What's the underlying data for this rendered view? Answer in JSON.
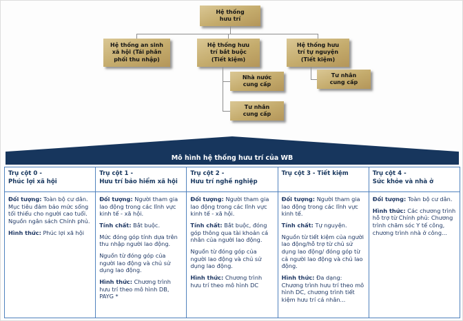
{
  "org_chart": {
    "root": "Hệ thống\nhưu trí",
    "social_security": "Hệ thống an sinh\nxã hội (Tái phân\nphối thu nhập)",
    "mandatory": "Hệ thống hưu\ntrí bắt buộc\n(Tiết kiệm)",
    "voluntary": "Hệ thống hưu\ntrí tự nguyện\n(Tiết kiệm)",
    "state_provider": "Nhà nước\ncung cấp",
    "private_provider_mid": "Tư nhân\ncung cấp",
    "private_provider_right": "Tư nhân\ncung cấp"
  },
  "banner": {
    "title": "Mô hình hệ thống hưu trí của WB"
  },
  "colors": {
    "node_fill": "#c4ab6c",
    "banner": "#17365d",
    "table_border": "#4f81bd"
  },
  "table": {
    "columns": [
      {
        "header": "Trụ cột 0 -\nPhúc lợi xã hội",
        "items": [
          {
            "label": "Đối tượng:",
            "text": "Toàn bộ cư dân. Mục tiêu đảm bảo mức sống tối thiểu cho người cao tuổi. Nguồn ngân sách Chính phủ."
          },
          {
            "label": "Hình thức:",
            "text": "Phúc lợi xã hội"
          }
        ]
      },
      {
        "header": "Trụ cột 1 -\nHưu trí bảo hiểm xã hội",
        "items": [
          {
            "label": "Đối tượng:",
            "text": "Người tham gia lao động trong các lĩnh vực kinh tế - xã hội."
          },
          {
            "label": "Tính chất:",
            "text": "Bắt buộc."
          },
          {
            "text": "Mức đóng góp tính dựa trên thu nhập người lao động."
          },
          {
            "text": "Nguồn từ đóng góp của người lao động và chủ sử dụng lao động."
          },
          {
            "label": "Hình thức:",
            "text": "Chương trình hưu trí theo mô hình DB, PAYG *"
          }
        ]
      },
      {
        "header": "Trụ cột 2 -\nHưu trí nghề nghiệp",
        "items": [
          {
            "label": "Đối tượng:",
            "text": "Người tham gia lao động trong các lĩnh vực kinh tế - xã hội."
          },
          {
            "label": "Tính chất:",
            "text": "Bắt buộc, đóng góp thông qua tài khoản cá nhân của người lao động."
          },
          {
            "text": "Nguồn từ đóng góp của người lao động và chủ sử dụng lao động."
          },
          {
            "label": "Hình thức:",
            "text": "Chương trình hưu trí theo mô hình DC"
          }
        ]
      },
      {
        "header": "Trụ cột 3 - Tiết kiệm",
        "items": [
          {
            "label": "Đối tượng:",
            "text": "Người tham gia lao động trong các lĩnh vực kinh tế."
          },
          {
            "label": "Tính chất:",
            "text": "Tự nguyện."
          },
          {
            "text": "Nguồn từ tiết kiệm của người lao động/hỗ trợ từ chủ sử dụng lao động/ đóng góp từ cả người lao động và chủ lao động."
          },
          {
            "label": "Hình thức:",
            "text": "Đa dạng: Chương trình hưu trí theo mô hình DC, chương trình tiết kiệm hưu trí cá nhân..."
          }
        ]
      },
      {
        "header": "Trụ cột 4 -\nSức khỏe và nhà ở",
        "items": [
          {
            "label": "Đối tượng:",
            "text": "Toàn bộ cư dân."
          },
          {
            "label": "Hình thức:",
            "text": "Các chương trình hỗ trợ từ Chính phủ: Chương trình chăm sóc Y tế công, chương trình nhà ở công..."
          }
        ]
      }
    ]
  }
}
